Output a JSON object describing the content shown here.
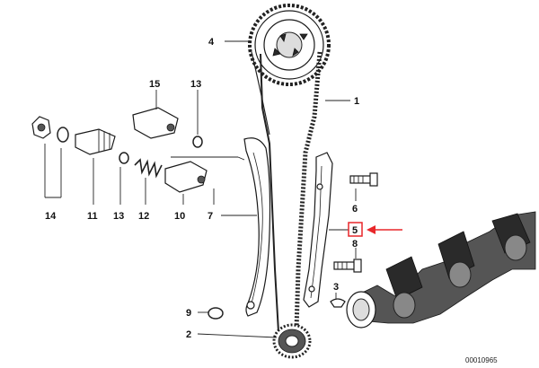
{
  "callouts": {
    "c1": "1",
    "c2": "2",
    "c3": "3",
    "c4": "4",
    "c5": "5",
    "c6": "6",
    "c7": "7",
    "c8": "8",
    "c9": "9",
    "c10": "10",
    "c11": "11",
    "c12": "12",
    "c13a": "13",
    "c13b": "13",
    "c14": "14",
    "c15": "15"
  },
  "highlighted_callout": "5",
  "document_number": "00010965",
  "colors": {
    "highlight": "#e8272a",
    "ink": "#1a1a1a"
  }
}
